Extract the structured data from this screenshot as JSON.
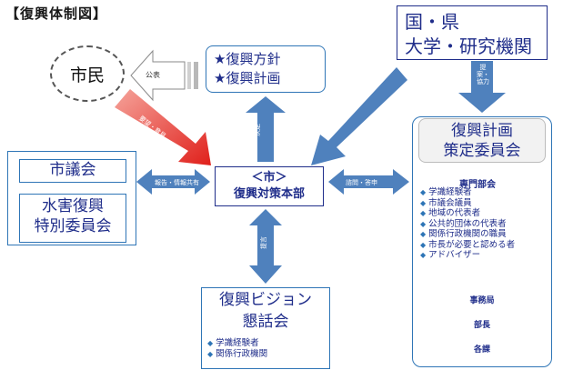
{
  "title": "【復興体制図】",
  "citizen": "市民",
  "policy": {
    "lines": [
      "★復興方針",
      "★復興計画"
    ]
  },
  "gov": {
    "line1": "国・県",
    "line2": "大学・研究機関"
  },
  "hq": {
    "line1": "＜市＞",
    "line2": "復興対策本部"
  },
  "assembly": {
    "council": "市議会",
    "special_line1": "水害復興",
    "special_line2": "特別委員会"
  },
  "committee": {
    "title_line1": "復興計画",
    "title_line2": "策定委員会",
    "expert_title": "専門部会",
    "members": [
      "学識経験者",
      "市議会議員",
      "地域の代表者",
      "公共的団体の代表者",
      "関係行政機関の職員",
      "市長が必要と認める者",
      "アドバイザー"
    ],
    "secretariat": "事務局",
    "department_heads": "部長",
    "sections": "各課"
  },
  "vision": {
    "title_line1": "復興ビジョン",
    "title_line2": "懇話会",
    "members": [
      "学識経験者",
      "関係行政機関"
    ]
  },
  "arrows": {
    "publish": "公表",
    "proposal_request": "要望・意見",
    "decision": "決定",
    "proposal_cooperation": "提案・協力",
    "proposal_cooperation2": "提案・協力",
    "report_share": "報告・情報共有",
    "consult_report": "諮問・答申",
    "proposal_vision": "提言"
  },
  "colors": {
    "arrow_blue": "#4f81bd",
    "arrow_red": "#e0201b",
    "text_navy": "#1f2d8a",
    "border_blue": "#2e75b6"
  }
}
